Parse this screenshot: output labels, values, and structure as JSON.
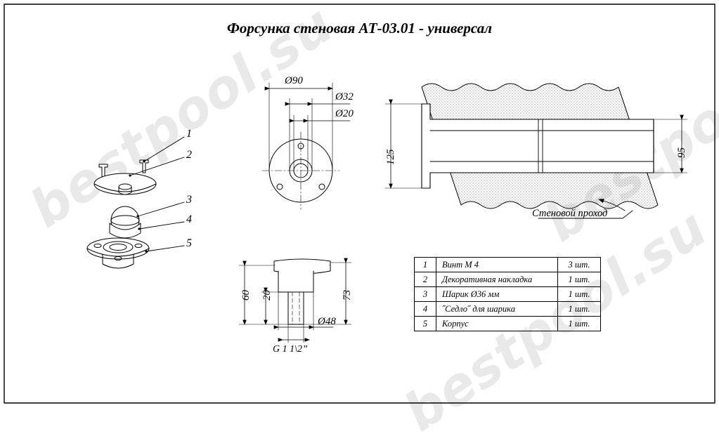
{
  "title": "Форсунка стеновая АТ-03.01 - универсал",
  "watermark": {
    "text": "bestpool.su",
    "color": "#e9e9e9"
  },
  "front_view": {
    "dim_outer": "Ø90",
    "dim_middle": "Ø32",
    "dim_inner": "Ø20"
  },
  "section_view": {
    "dim_total_height": "125",
    "dim_inner_height": "95",
    "callout": "Стеновой проход"
  },
  "side_view": {
    "dim_height_73": "73",
    "dim_height_60": "60",
    "dim_height_20": "20",
    "dim_diameter": "Ø48",
    "thread": "G 1 1\\2”"
  },
  "exploded_view": {
    "callouts": [
      "1",
      "2",
      "3",
      "4",
      "5"
    ]
  },
  "parts_table": {
    "rows": [
      {
        "num": "1",
        "name": "Винт М 4",
        "qty": "3 шт."
      },
      {
        "num": "2",
        "name": "Декоративная накладка",
        "qty": "1 шт."
      },
      {
        "num": "3",
        "name": "Шарик  Ø36 мм",
        "qty": "1 шт."
      },
      {
        "num": "4",
        "name": "˝Седло˝ для шарика",
        "qty": "1 шт."
      },
      {
        "num": "5",
        "name": "Корпус",
        "qty": "1 шт."
      }
    ]
  },
  "frame": {
    "color": "#000000"
  }
}
